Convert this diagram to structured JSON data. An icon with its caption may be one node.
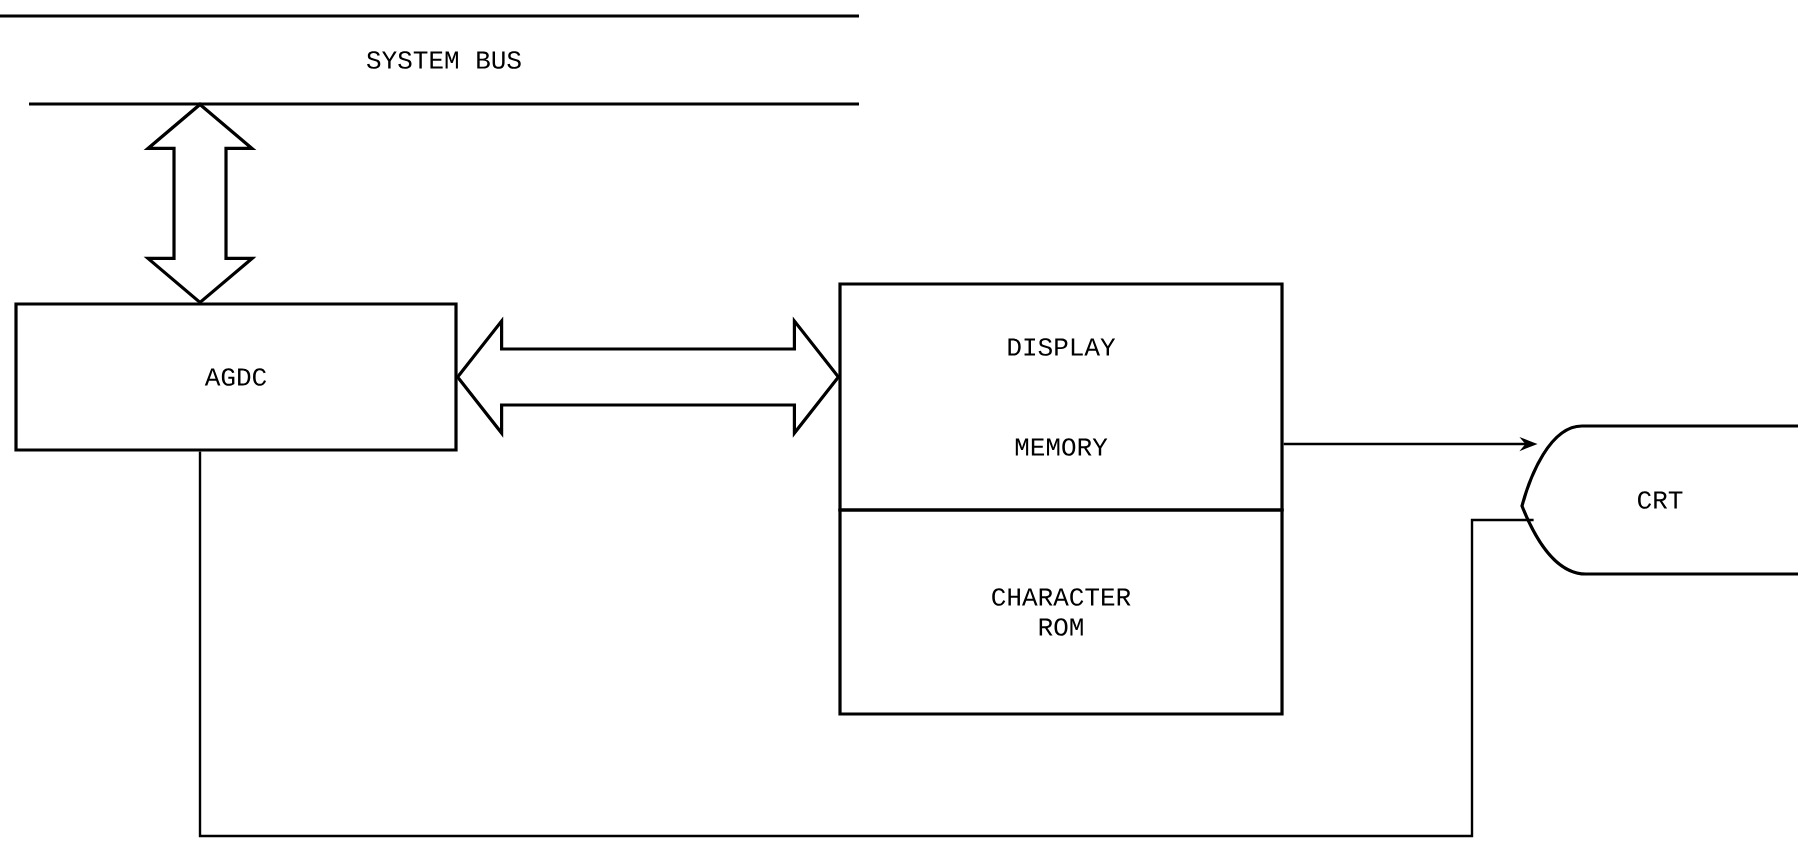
{
  "diagram": {
    "nodes": [
      {
        "text": [
          "SYSTEM BUS"
        ]
      },
      {
        "text": [
          "AGDC"
        ]
      },
      {
        "text": [
          "DISPLAY MEMORY"
        ]
      },
      {
        "text": [
          "CHARACTER ROM"
        ]
      },
      {
        "text": [
          "CRT"
        ]
      }
    ],
    "edges": [
      {
        "from": 0,
        "to": 1,
        "arrow": "both",
        "style": "thick"
      },
      {
        "from": 1,
        "to": 2,
        "arrow": "both",
        "style": "thick"
      },
      {
        "from": 2,
        "to": 4,
        "arrow": "to"
      },
      {
        "from": 1,
        "to": 4,
        "arrow": "none"
      }
    ]
  }
}
